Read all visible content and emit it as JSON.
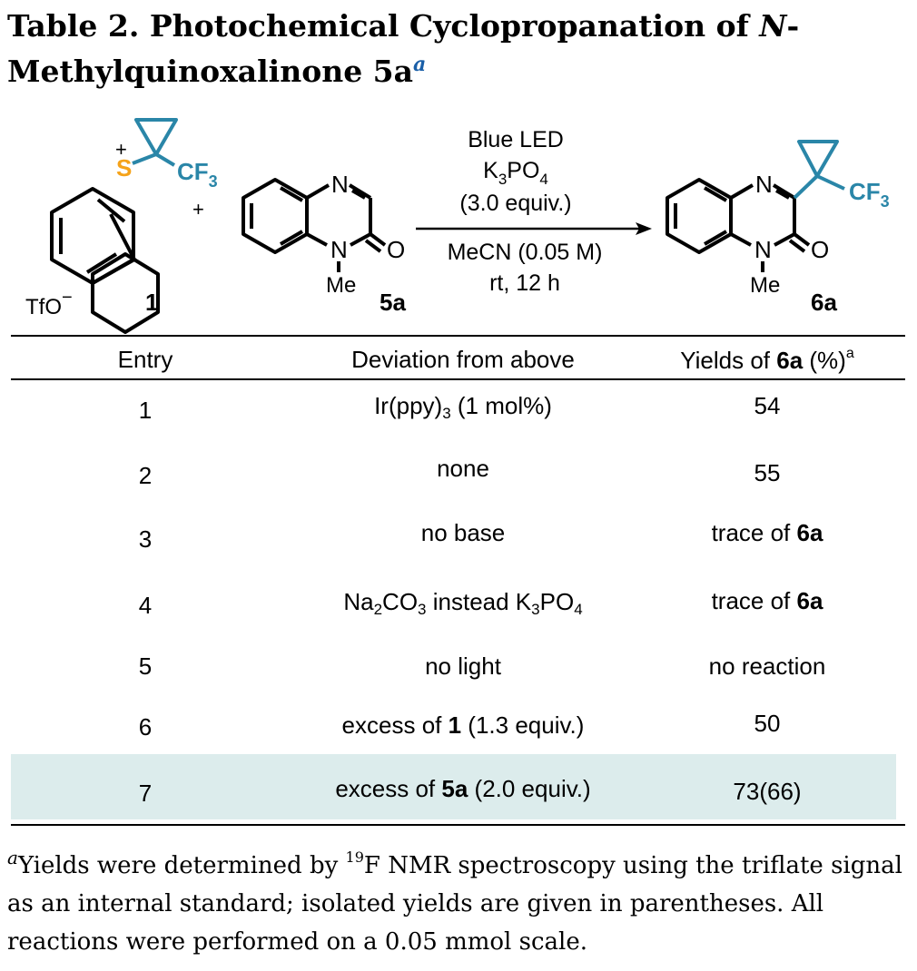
{
  "title": {
    "prefix": "Table 2. Photochemical Cyclopropanation of ",
    "italic_n": "N",
    "line2": "-Methylquinoxalinone 5a",
    "footnote_mark": "a"
  },
  "scheme": {
    "reagent_charge": "+",
    "reagent_atom": "S",
    "reagent_group": "CF",
    "reagent_group_sub": "3",
    "counterion": "TfO",
    "counterion_charge": "−",
    "reagent_label": "1",
    "plus_sign": "+",
    "substrate_n_top": "N",
    "substrate_n_bottom": "N",
    "substrate_o": "O",
    "substrate_me": "Me",
    "substrate_label": "5a",
    "cond_light": "Blue LED",
    "cond_base_k": "K",
    "cond_base_k_sub": "3",
    "cond_base_po": "PO",
    "cond_base_po_sub": "4",
    "cond_equiv": "(3.0 equiv.)",
    "cond_solvent": "MeCN (0.05 M)",
    "cond_time": "rt, 12 h",
    "product_n_top": "N",
    "product_n_bottom": "N",
    "product_o": "O",
    "product_me": "Me",
    "product_group": "CF",
    "product_group_sub": "3",
    "product_label": "6a"
  },
  "table": {
    "headers": {
      "entry": "Entry",
      "deviation": "Deviation from above",
      "yield_prefix": "Yields of ",
      "yield_bold": "6a",
      "yield_suffix": " (%)",
      "yield_sup": "a"
    },
    "rows": [
      {
        "entry": "1",
        "dev_a": "Ir(ppy)",
        "dev_a_sub": "3",
        "dev_b": " (1 mol%)",
        "yield": "54"
      },
      {
        "entry": "2",
        "deviation": "none",
        "yield": "55"
      },
      {
        "entry": "3",
        "deviation": "no base",
        "yield_pre": "trace of ",
        "yield_bold": "6a"
      },
      {
        "entry": "4",
        "dev_a": "Na",
        "dev_a_sub": "2",
        "dev_b": "CO",
        "dev_b_sub": "3",
        "dev_c": " instead K",
        "dev_c_sub": "3",
        "dev_d": "PO",
        "dev_d_sub": "4",
        "yield_pre": "trace of ",
        "yield_bold": "6a"
      },
      {
        "entry": "5",
        "deviation": "no light",
        "yield": "no reaction"
      },
      {
        "entry": "6",
        "dev_pre": "excess of ",
        "dev_bold": "1",
        "dev_post": " (1.3 equiv.)",
        "yield": "50"
      },
      {
        "entry": "7",
        "dev_pre": "excess of ",
        "dev_bold": "5a",
        "dev_post": " (2.0 equiv.)",
        "yield": "73(66)"
      }
    ],
    "highlight_color": "#dcecec"
  },
  "footnote": {
    "mark": "a",
    "text_a": "Yields were determined by ",
    "isotope": "19",
    "text_b": "F NMR spectroscopy using the triflate signal as an internal standard; isolated yields are given in parentheses. All reactions were performed on a 0.05 mmol scale."
  },
  "colors": {
    "cf3": "#2a86a8",
    "sulfur": "#f5a31a",
    "mark": "#1a5fa8"
  }
}
